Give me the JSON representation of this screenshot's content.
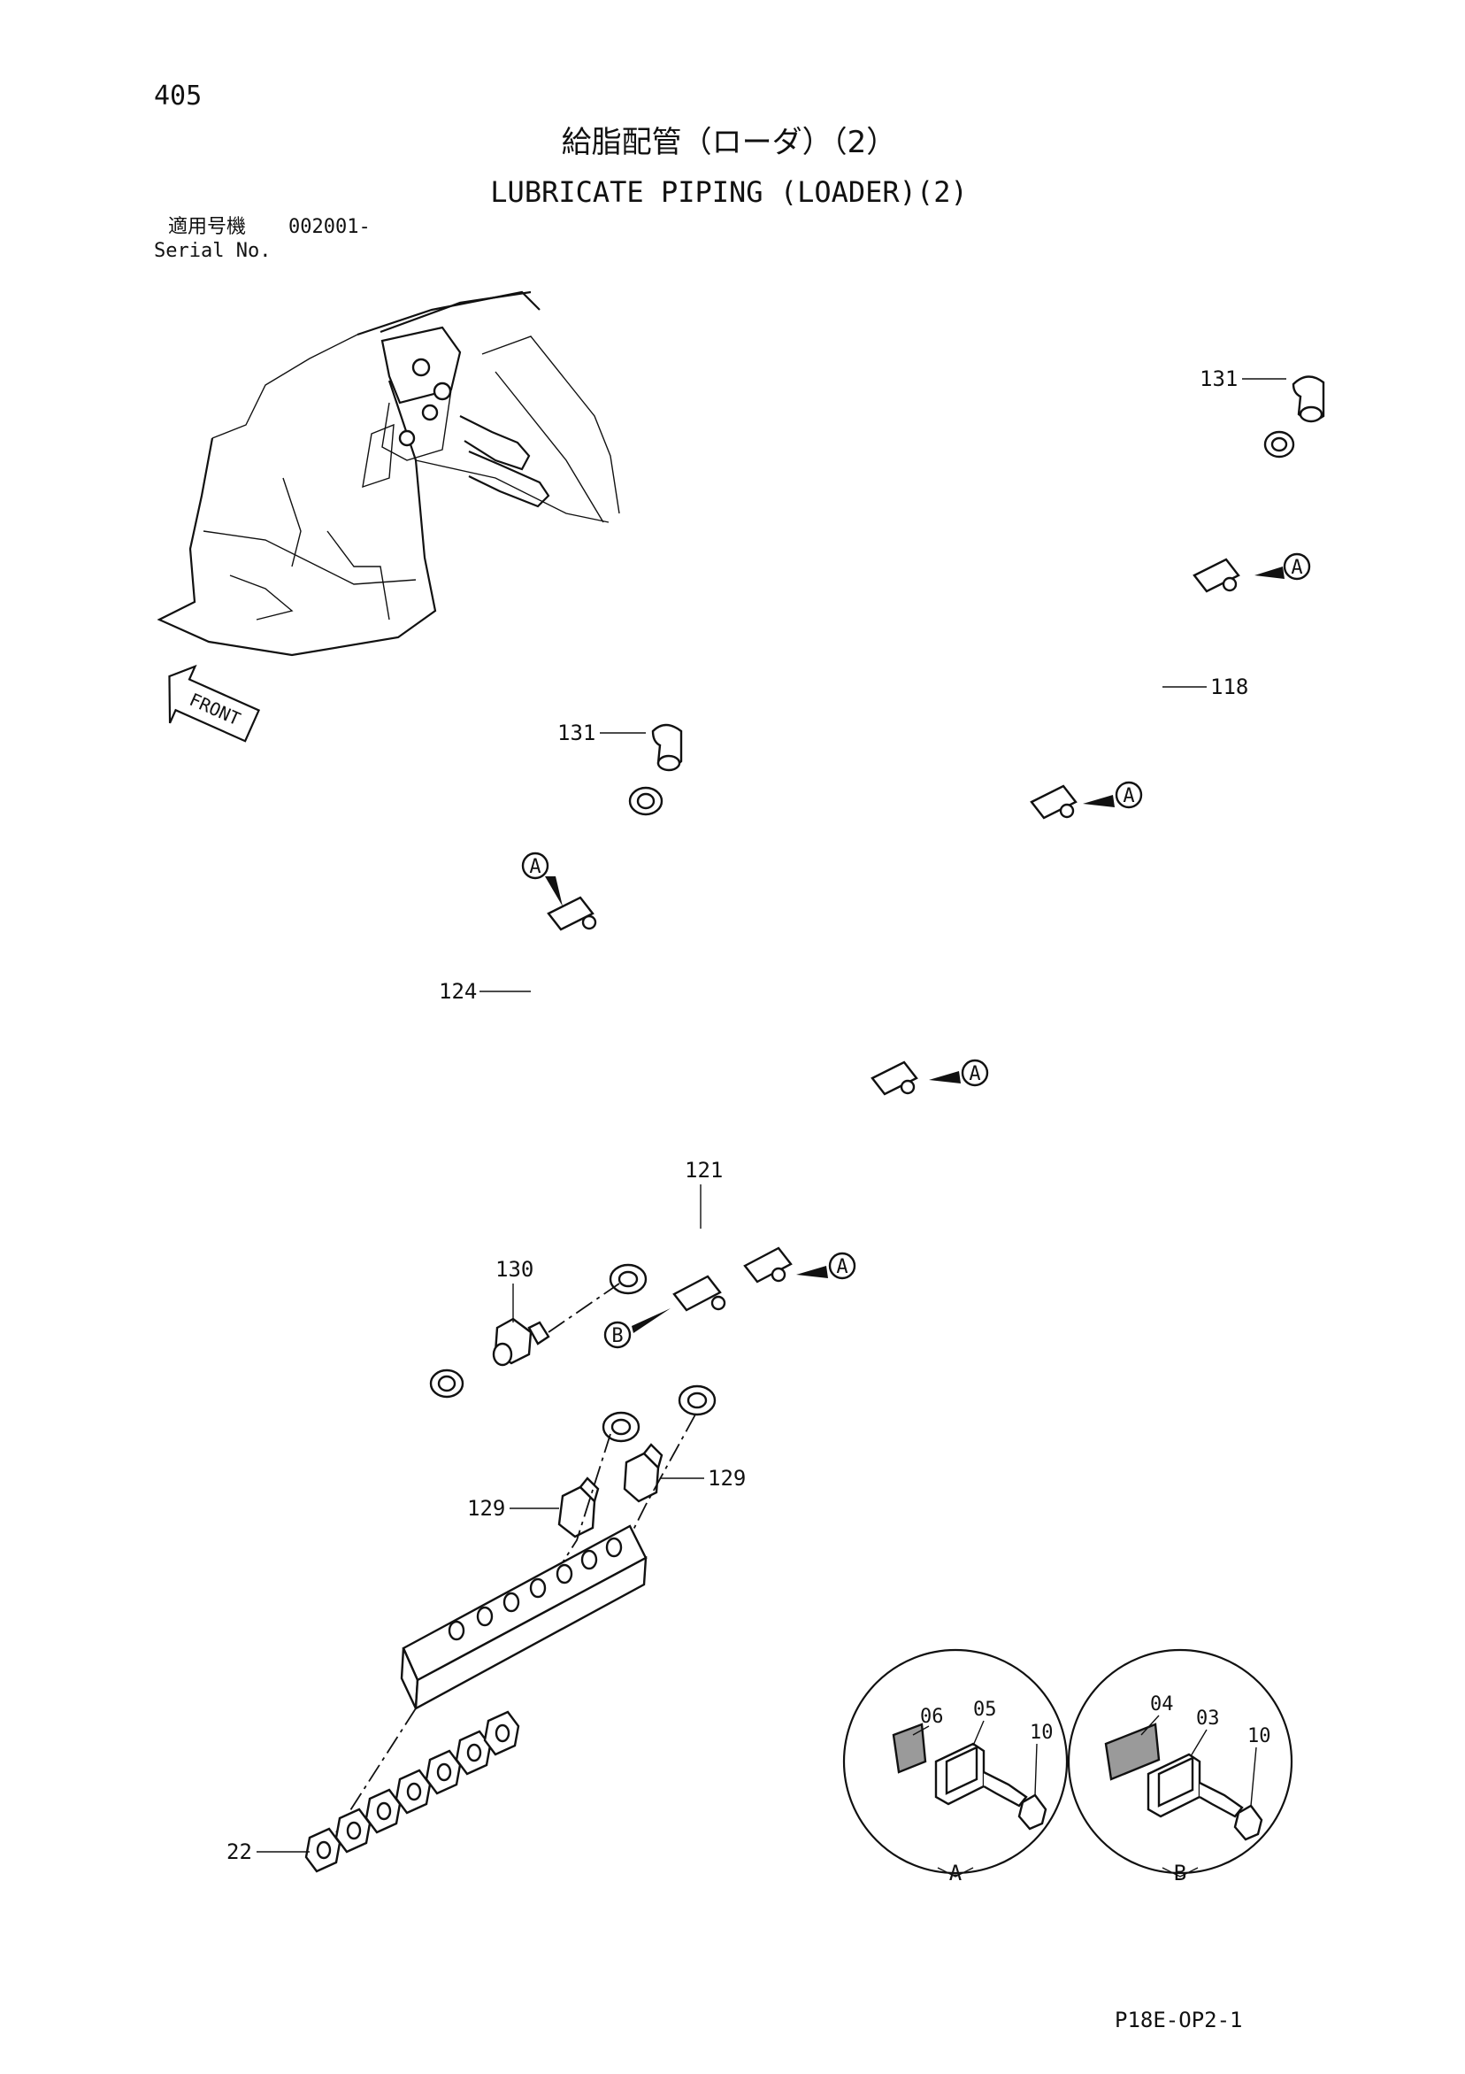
{
  "page": {
    "number": "405",
    "title_jp": "給脂配管（ローダ）（2）",
    "title_en": "LUBRICATE PIPING (LOADER)(2)",
    "serial_label_jp": "適用号機",
    "serial_value": "002001-",
    "serial_label_en": "Serial No.",
    "drawing_code": "P18E-OP2-1"
  },
  "front_arrow": {
    "label": "FRONT"
  },
  "callouts": {
    "p131_top": "131",
    "p131_left": "131",
    "p118": "118",
    "p124": "124",
    "p121": "121",
    "p130": "130",
    "p129_left": "129",
    "p129_right": "129",
    "p22": "22"
  },
  "clamp_markers": [
    "A",
    "A",
    "A",
    "A",
    "A",
    "B"
  ],
  "detail_views": [
    {
      "label": "A",
      "parts": [
        "06",
        "05",
        "10"
      ]
    },
    {
      "label": "B",
      "parts": [
        "04",
        "03",
        "10"
      ]
    }
  ]
}
